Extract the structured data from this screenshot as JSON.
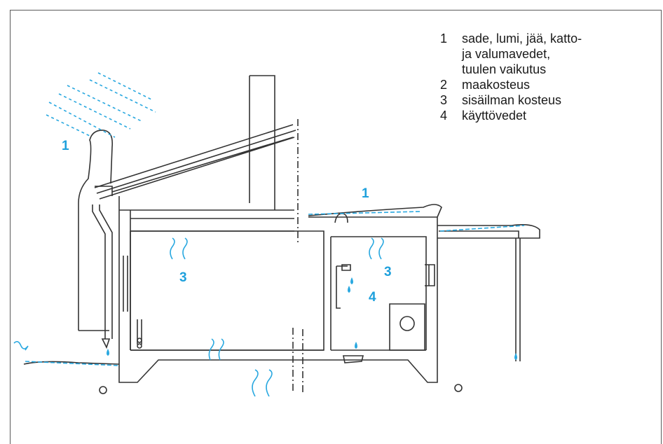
{
  "legend": [
    {
      "num": "1",
      "lines": [
        "sade, lumi, jää, katto-",
        "ja valumavedet,",
        "tuulen vaikutus"
      ]
    },
    {
      "num": "2",
      "lines": [
        "maakosteus"
      ]
    },
    {
      "num": "3",
      "lines": [
        "sisäilman kosteus"
      ]
    },
    {
      "num": "4",
      "lines": [
        "käyttövedet"
      ]
    }
  ],
  "markers": {
    "rain_left": "1",
    "roof_right": "1",
    "room_left": "3",
    "room_right": "3",
    "water_use": "4"
  },
  "colors": {
    "line": "#333333",
    "water": "#29a8e0",
    "text": "#1a1a1a"
  }
}
